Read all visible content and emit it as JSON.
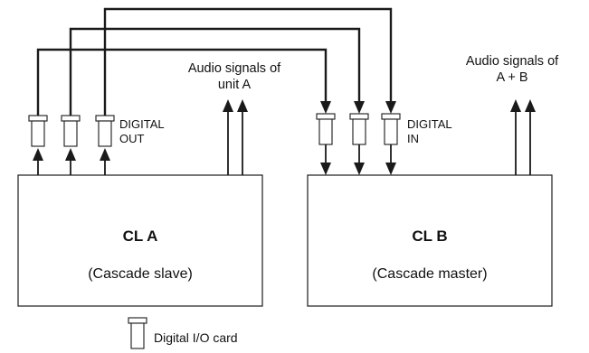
{
  "colors": {
    "stroke": "#1a1a1a",
    "text": "#111111",
    "background": "#ffffff"
  },
  "unit_a": {
    "name": "CL A",
    "role": "(Cascade slave)",
    "port_label_line1": "DIGITAL",
    "port_label_line2": "OUT",
    "audio_label_line1": "Audio signals of",
    "audio_label_line2": "unit A"
  },
  "unit_b": {
    "name": "CL B",
    "role": "(Cascade master)",
    "port_label_line1": "DIGITAL",
    "port_label_line2": "IN",
    "audio_label_line1": "Audio signals of",
    "audio_label_line2": "A + B"
  },
  "legend": {
    "icon": "connector-icon",
    "label": "Digital I/O card"
  }
}
